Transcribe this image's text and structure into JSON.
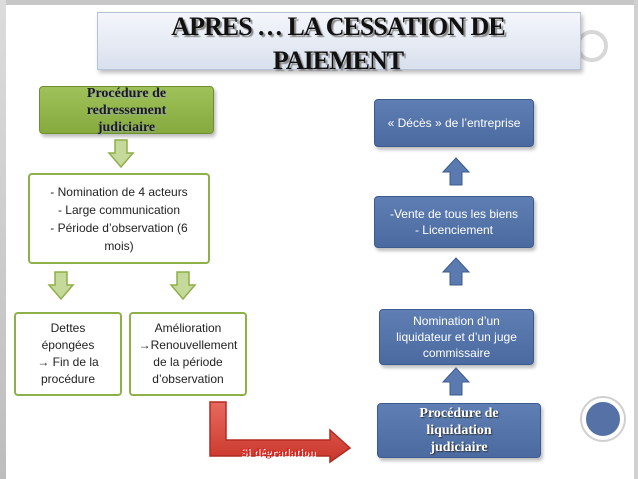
{
  "title": {
    "line1": "APRES … LA CESSATION DE",
    "line2": "PAIEMENT"
  },
  "left": {
    "procedure_redressement": "Procédure de\nredressement\njudiciaire",
    "nomination_box": "- Nomination de 4 acteurs\n- Large communication\n- Période d’observation (6\nmois)",
    "dettes_box": "Dettes\népongées\n→ Fin de la\nprocédure",
    "amelioration_box": "Amélioration\n→Renouvellement\nde la période\nd’observation"
  },
  "degradation_label": "Si dégradation",
  "right": {
    "deces_box": "« Décès » de l’entreprise",
    "vente_box": "-Vente de tous les biens\n- Licenciement",
    "nomination_liquidateur_box": "Nomination d’un\nliquidateur et d’un juge\ncommissaire",
    "procedure_liquidation": "Procédure de\nliquidation\njudiciaire"
  },
  "colors": {
    "green": "#8db048",
    "blue": "#4f6fa6",
    "red_text": "#d8231d",
    "deco_circle": "#5671a6"
  }
}
